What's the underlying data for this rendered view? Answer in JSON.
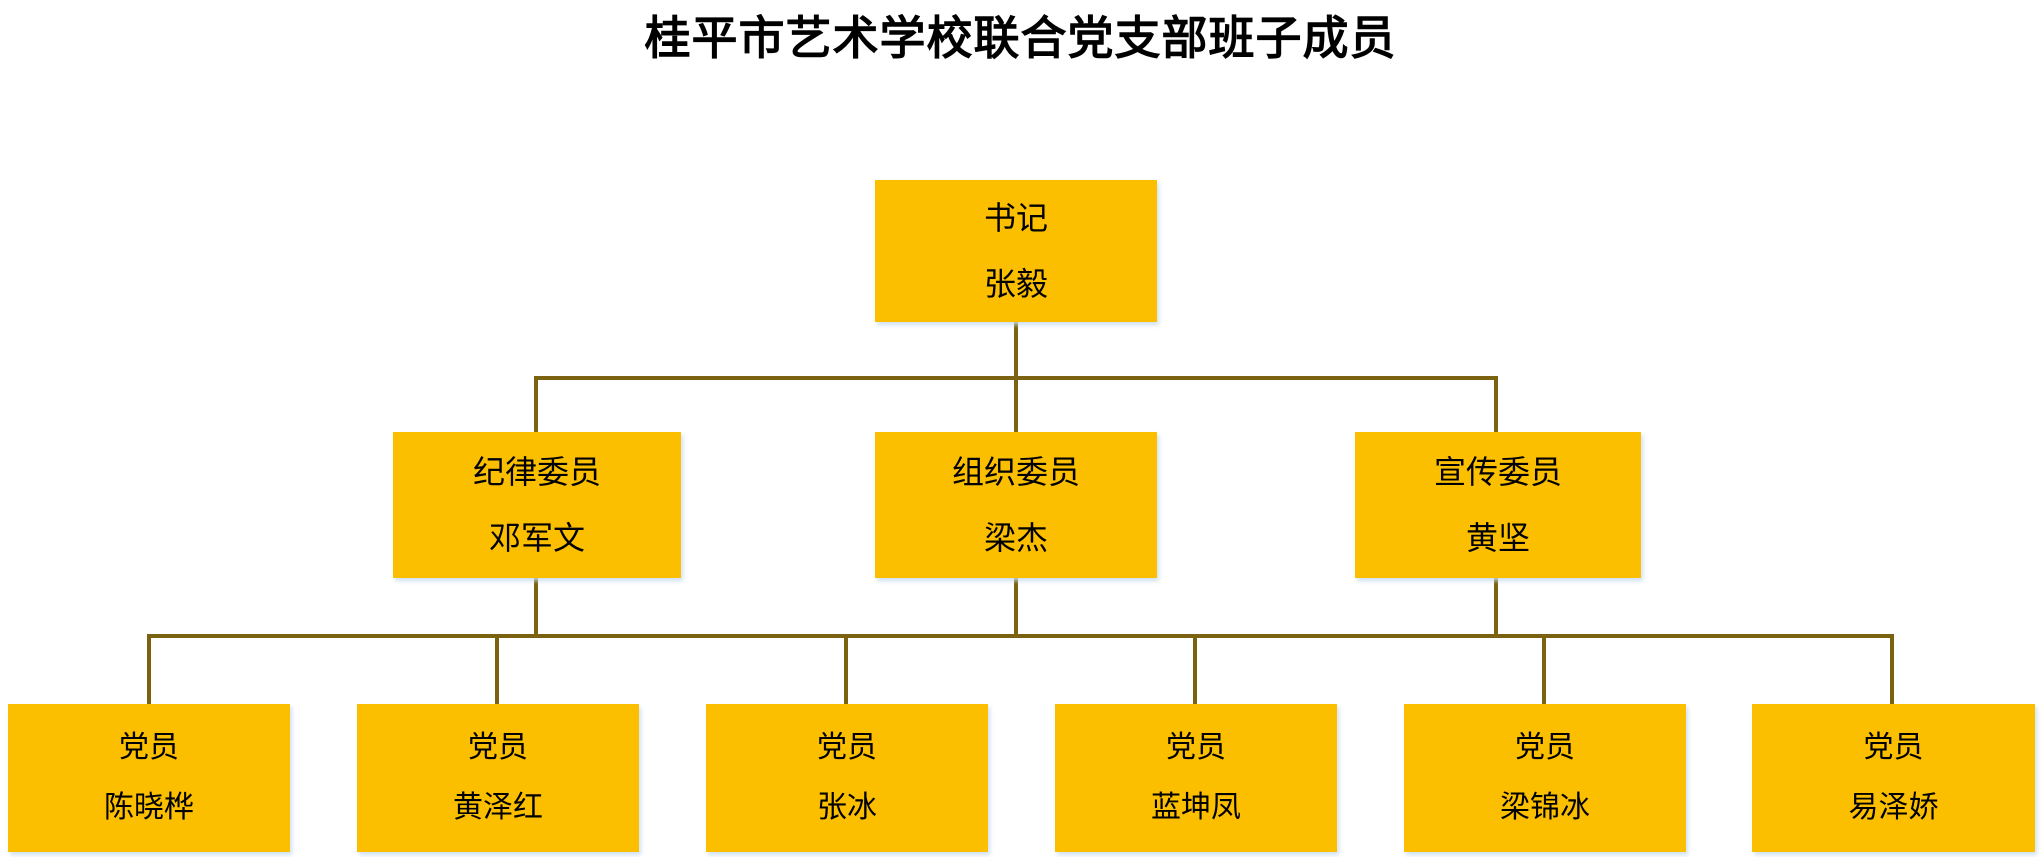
{
  "chart_data": {
    "type": "diagram",
    "diagram_type": "organizational-chart",
    "title": "桂平市艺术学校联合党支部班子成员",
    "box_fill_color": "#FCBF00",
    "connector_color": "#7A6210",
    "text_color": "#000000",
    "background_color": "#FFFFFF",
    "levels": 3,
    "nodes": [
      {
        "id": "n0",
        "level": 0,
        "role": "书记",
        "person": "张毅",
        "parent": null
      },
      {
        "id": "n1",
        "level": 1,
        "role": "纪律委员",
        "person": "邓军文",
        "parent": "n0"
      },
      {
        "id": "n2",
        "level": 1,
        "role": "组织委员",
        "person": "梁杰",
        "parent": "n0"
      },
      {
        "id": "n3",
        "level": 1,
        "role": "宣传委员",
        "person": "黄坚",
        "parent": "n0"
      },
      {
        "id": "n4",
        "level": 2,
        "role": "党员",
        "person": "陈晓桦",
        "parent": "n1"
      },
      {
        "id": "n5",
        "level": 2,
        "role": "党员",
        "person": "黄泽红",
        "parent": "n1"
      },
      {
        "id": "n6",
        "level": 2,
        "role": "党员",
        "person": "张冰",
        "parent": "n2"
      },
      {
        "id": "n7",
        "level": 2,
        "role": "党员",
        "person": "蓝坤凤",
        "parent": "n2"
      },
      {
        "id": "n8",
        "level": 2,
        "role": "党员",
        "person": "梁锦冰",
        "parent": "n3"
      },
      {
        "id": "n9",
        "level": 2,
        "role": "党员",
        "person": "易泽娇",
        "parent": "n3"
      }
    ]
  },
  "title": {
    "text": "桂平市艺术学校联合党支部班子成员"
  },
  "top": {
    "role": "书记",
    "person": "张毅"
  },
  "middle": [
    {
      "role": "纪律委员",
      "person": "邓军文"
    },
    {
      "role": "组织委员",
      "person": "梁杰"
    },
    {
      "role": "宣传委员",
      "person": "黄坚"
    }
  ],
  "bottom": [
    {
      "role": "党员",
      "person": "陈晓桦"
    },
    {
      "role": "党员",
      "person": "黄泽红"
    },
    {
      "role": "党员",
      "person": "张冰"
    },
    {
      "role": "党员",
      "person": "蓝坤凤"
    },
    {
      "role": "党员",
      "person": "梁锦冰"
    },
    {
      "role": "党员",
      "person": "易泽娇"
    }
  ]
}
